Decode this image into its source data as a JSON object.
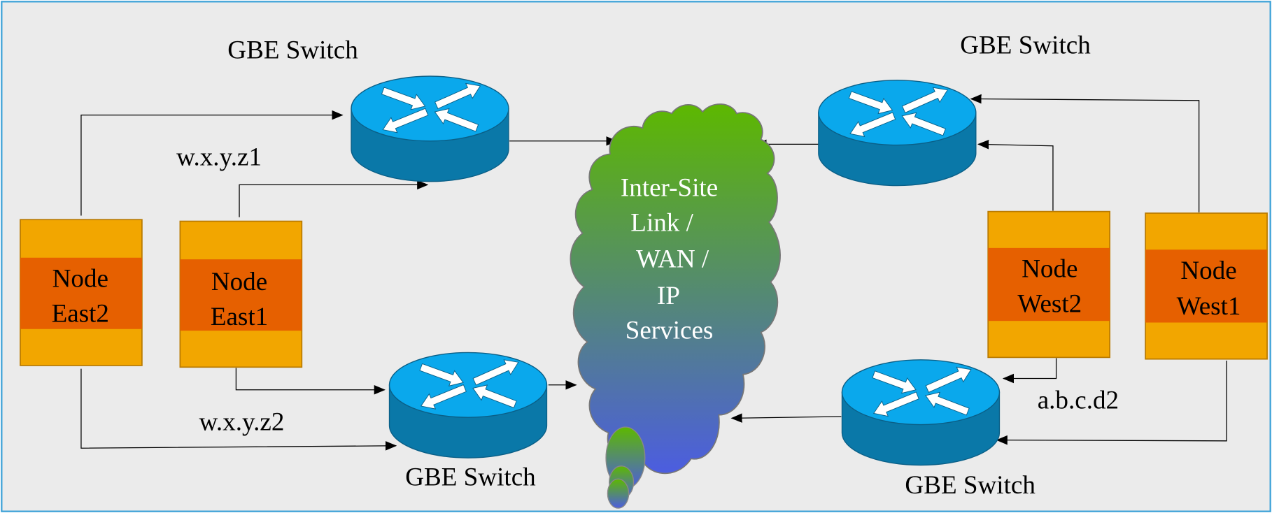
{
  "colors": {
    "background": "#ebebeb",
    "frame": "#3fa3d8",
    "router_top": "#0aa8ec",
    "router_body": "#0a78a8",
    "router_edge": "#0a5f87",
    "node_outer": "#f2a600",
    "node_inner": "#e66000",
    "node_edge": "#b97a00",
    "cloud_top": "#5db800",
    "cloud_bottom": "#4c5de0",
    "connector": "#000000",
    "cloud_text": "#ffffff"
  },
  "icons": {
    "router": "router-icon",
    "cloud": "cloud-icon",
    "arrow": "arrowhead-icon"
  },
  "switches": [
    {
      "id": "sw-top-left",
      "label": "GBE Switch"
    },
    {
      "id": "sw-bottom-left",
      "label": "GBE Switch"
    },
    {
      "id": "sw-top-right",
      "label": "GBE Switch"
    },
    {
      "id": "sw-bottom-right",
      "label": "GBE Switch"
    }
  ],
  "nodes": [
    {
      "id": "node-east2",
      "line1": "Node",
      "line2": "East2"
    },
    {
      "id": "node-east1",
      "line1": "Node",
      "line2": "East1"
    },
    {
      "id": "node-west2",
      "line1": "Node",
      "line2": "West2"
    },
    {
      "id": "node-west1",
      "line1": "Node",
      "line2": "West1"
    }
  ],
  "cloud": {
    "lines": [
      "Inter-Site",
      "Link /",
      "WAN /",
      "IP",
      "Services"
    ]
  },
  "addresses": {
    "east_top": "w.x.y.z1",
    "east_bottom": "w.x.y.z2",
    "west_bottom": "a.b.c.d2"
  }
}
